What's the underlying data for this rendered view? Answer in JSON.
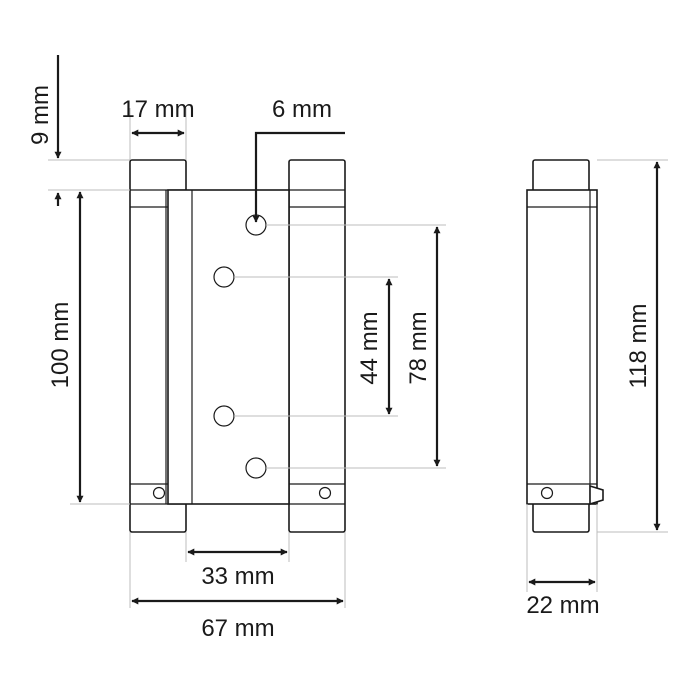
{
  "colors": {
    "line": "#1a1a1a",
    "extension_line": "#bcbcbc",
    "background": "#ffffff"
  },
  "dimensions": {
    "top_offset": "9 mm",
    "knuckle_width": "17 mm",
    "hole_diameter": "6 mm",
    "leaf_height": "100 mm",
    "inner_hole_spacing": "44 mm",
    "outer_hole_spacing": "78 mm",
    "total_height": "118 mm",
    "center_width": "33 mm",
    "total_width": "67 mm",
    "depth": "22 mm"
  }
}
